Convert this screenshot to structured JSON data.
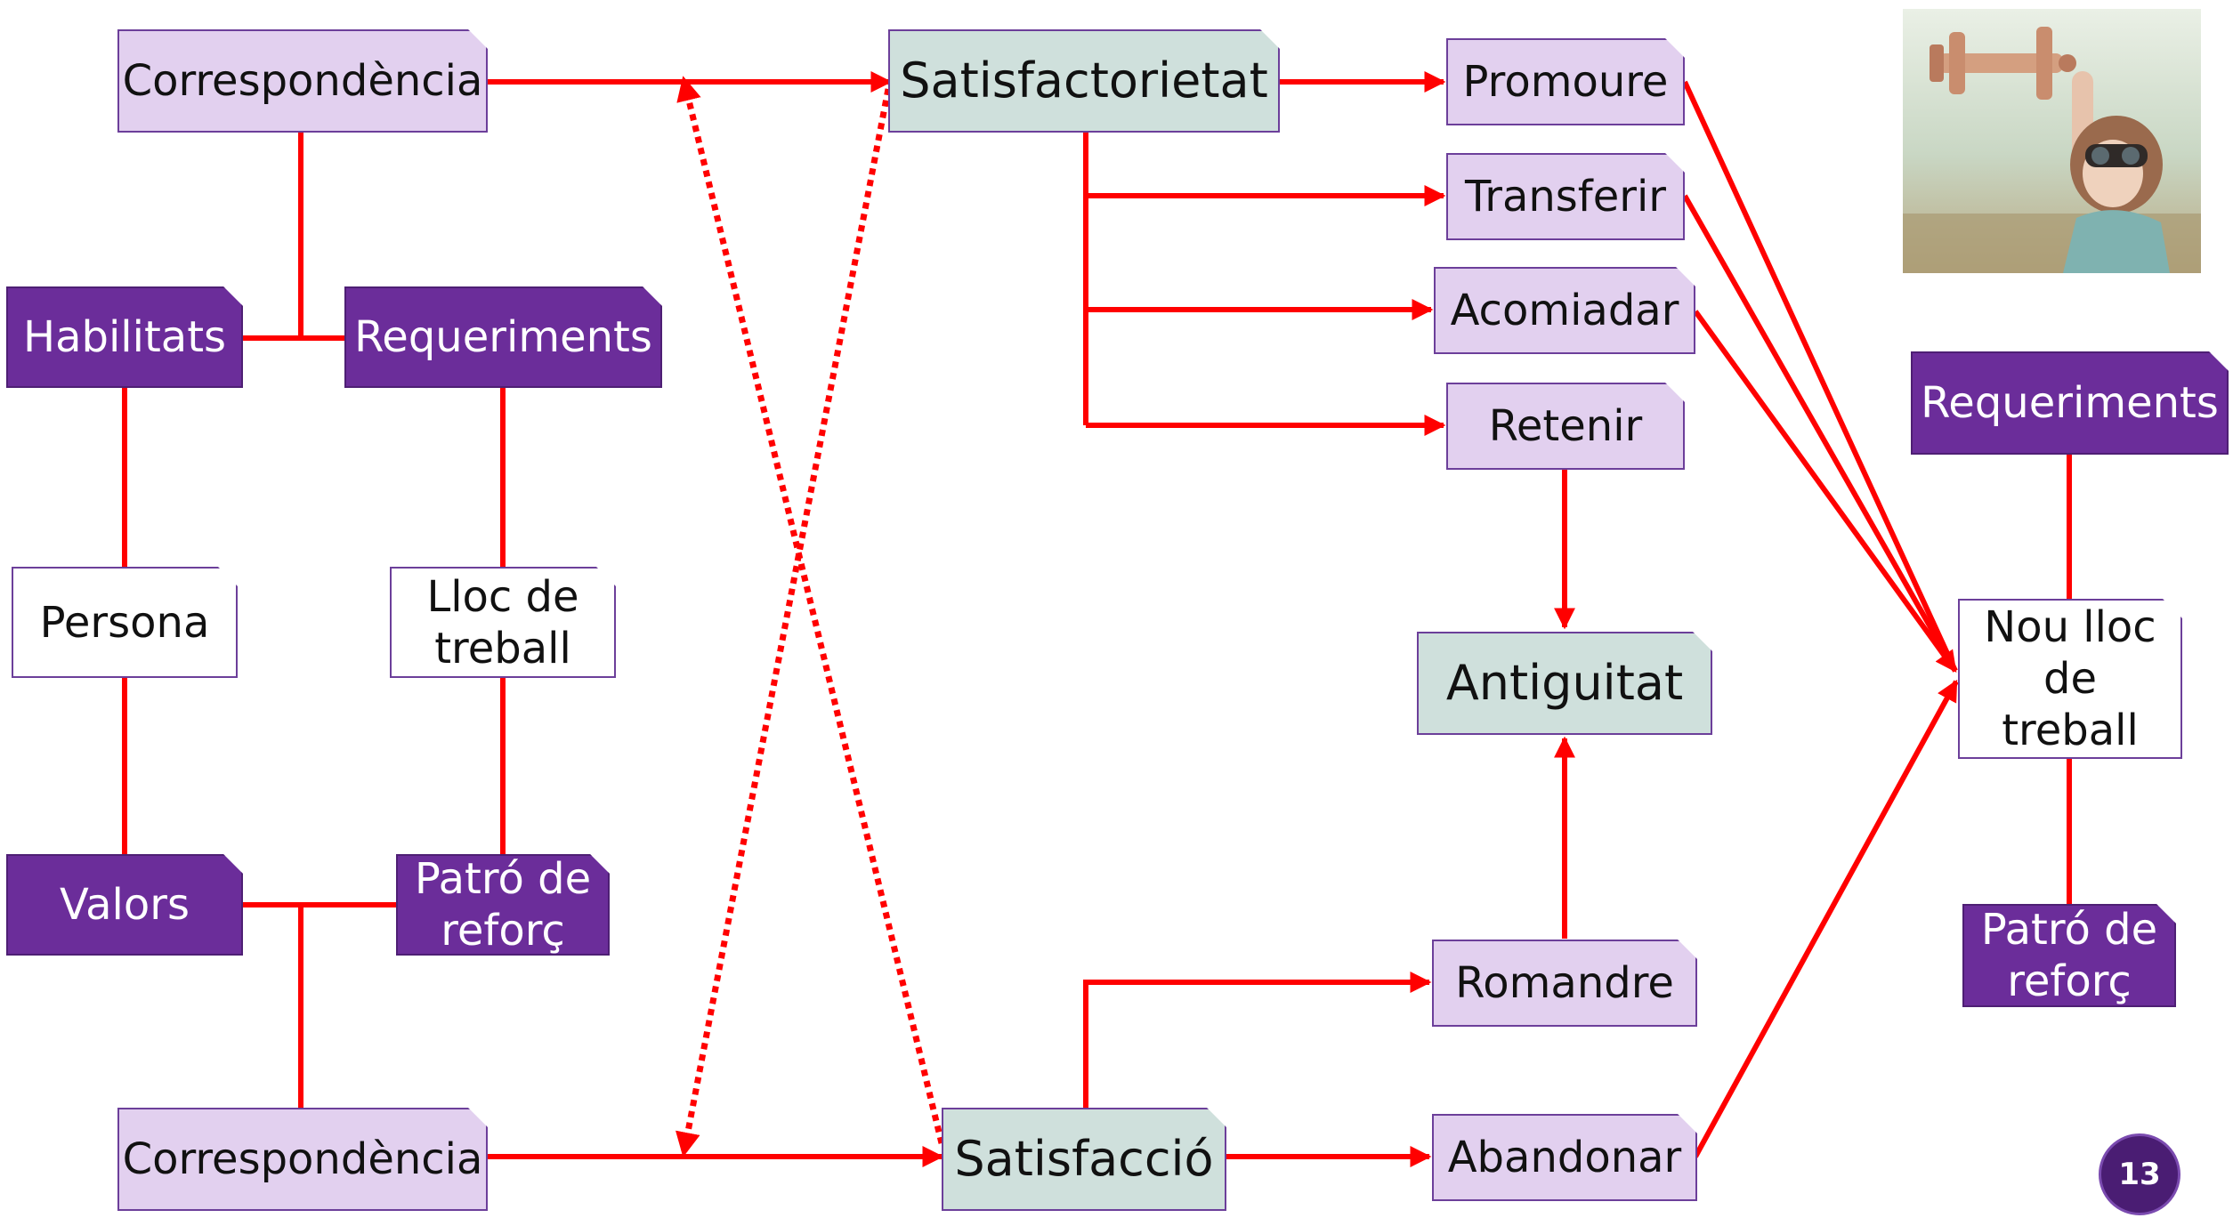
{
  "nodes": {
    "correspondencia_top": "Correspondència",
    "habilitats": "Habilitats",
    "requeriments_left": "Requeriments",
    "persona": "Persona",
    "lloc_de_treball_line1": "Lloc de",
    "lloc_de_treball_line2": "treball",
    "valors": "Valors",
    "patro_left_line1": "Patró de",
    "patro_left_line2": "reforç",
    "correspondencia_bottom": "Correspondència",
    "satisfactorietat": "Satisfactorietat",
    "satisfaccio": "Satisfacció",
    "promoure": "Promoure",
    "transferir": "Transferir",
    "acomiadar": "Acomiadar",
    "retenir": "Retenir",
    "antiguitat": "Antiguitat",
    "romandre": "Romandre",
    "abandonar": "Abandonar",
    "requeriments_right": "Requeriments",
    "nou_line1": "Nou lloc",
    "nou_line2": "de",
    "nou_line3": "treball",
    "patro_right_line1": "Patró de",
    "patro_right_line2": "reforç"
  },
  "page_number": "13",
  "colors": {
    "arrow": "#ff0000",
    "dark_box": "#6b2d9a",
    "light_box": "#e2d0ef",
    "teal_box": "#cfe0dc",
    "border": "#6c3f9a"
  },
  "icons": {
    "photo": "child-with-toy-airplane-photo"
  }
}
